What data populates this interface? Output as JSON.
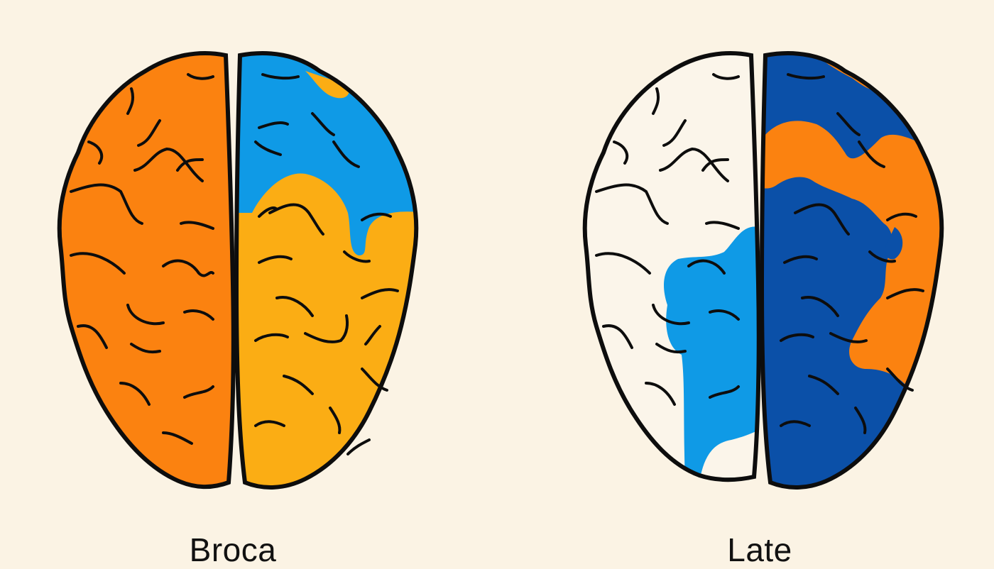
{
  "colors": {
    "background": "#fbf3e4",
    "outline": "#0d0d0d",
    "orange_dark": "#fb8210",
    "orange_light": "#fbad14",
    "sky_blue": "#0f9ae6",
    "navy_blue": "#0b50a8",
    "blank": "#fbf5ea"
  },
  "panels": [
    {
      "label": "Broca",
      "left_hemisphere": {
        "regions": [
          {
            "color": "orange_dark",
            "extent": "entire hemisphere"
          }
        ]
      },
      "right_hemisphere": {
        "regions": [
          {
            "color": "sky_blue",
            "extent": "anterior/top third"
          },
          {
            "color": "orange_light",
            "extent": "middle and posterior"
          }
        ]
      }
    },
    {
      "label": "Late",
      "left_hemisphere": {
        "regions": [
          {
            "color": "blank",
            "extent": "most of hemisphere (unshaded)"
          },
          {
            "color": "sky_blue",
            "extent": "medial-posterior patch"
          }
        ]
      },
      "right_hemisphere": {
        "regions": [
          {
            "color": "navy_blue",
            "extent": "majority"
          },
          {
            "color": "orange_dark",
            "extent": "lateral band from front to posterior"
          }
        ]
      }
    }
  ]
}
